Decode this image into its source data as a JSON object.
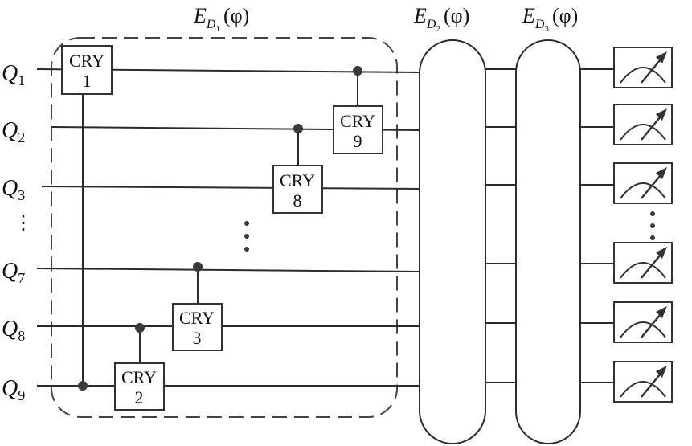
{
  "qubit_labels": [
    {
      "base": "Q",
      "sub": "1"
    },
    {
      "base": "Q",
      "sub": "2"
    },
    {
      "base": "Q",
      "sub": "3"
    },
    {
      "base": "Q",
      "sub": "7"
    },
    {
      "base": "Q",
      "sub": "8"
    },
    {
      "base": "Q",
      "sub": "9"
    }
  ],
  "ellipsis": "⋮",
  "blocks": [
    {
      "base": "E",
      "sub": "D",
      "subsub": "1",
      "arg": "(φ)"
    },
    {
      "base": "E",
      "sub": "D",
      "subsub": "2",
      "arg": "(φ)"
    },
    {
      "base": "E",
      "sub": "D",
      "subsub": "3",
      "arg": "(φ)"
    }
  ],
  "gates": [
    {
      "name": "CRY",
      "index": "1"
    },
    {
      "name": "CRY",
      "index": "2"
    },
    {
      "name": "CRY",
      "index": "3"
    },
    {
      "name": "CRY",
      "index": "8"
    },
    {
      "name": "CRY",
      "index": "9"
    }
  ],
  "measurement_icon": "meter-icon",
  "colors": {
    "line": "#2b2b2b",
    "background": "#ffffff"
  }
}
